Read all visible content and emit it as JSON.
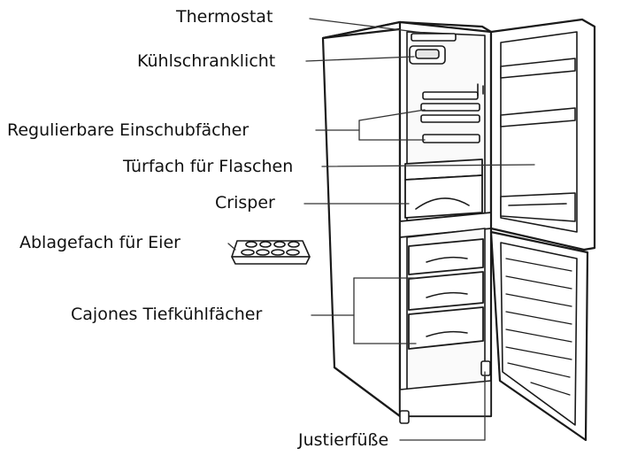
{
  "labels": {
    "thermostat": "Thermostat",
    "fridge_light": "Kühlschranklicht",
    "adjustable_shelves": "Regulierbare Einschubfächer",
    "bottle_rack": "Türfach für Flaschen",
    "crisper": "Crisper",
    "egg_tray": "Ablagefach für Eier",
    "freezer_drawers": "Cajones Tiefkühlfächer",
    "adjustable_feet": "Justierfüße"
  }
}
